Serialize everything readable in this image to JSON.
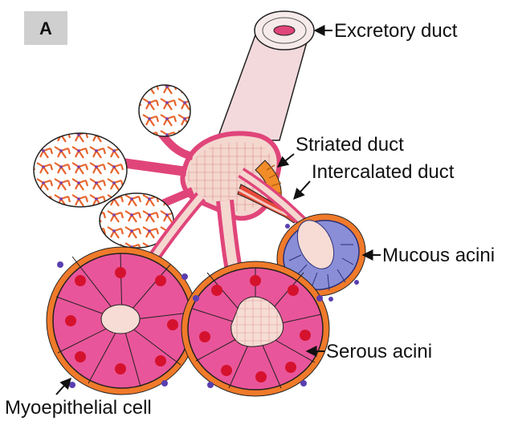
{
  "panel_label": "A",
  "labels": {
    "excretory_duct": "Excretory duct",
    "striated_duct": "Striated duct",
    "intercalated_duct": "Intercalated duct",
    "mucous_acini": "Mucous acini",
    "serous_acini": "Serous acini",
    "myoepithelial_cell": "Myoepithelial cell"
  },
  "colors": {
    "duct_wall": "#f3d9dc",
    "duct_cells": "#e0457a",
    "serous_cell": "#e9559a",
    "nucleus": "#d5122e",
    "myoepithelial": "#f07a2a",
    "myo_nucleus": "#5a3fb0",
    "mucous_cell": "#8a8ed6",
    "mucous_outline": "#2a2f7a",
    "striated": "#f28c28",
    "lumen_fill": "#f6dcd4",
    "web": "#e8642a",
    "arrow": "#111111"
  }
}
